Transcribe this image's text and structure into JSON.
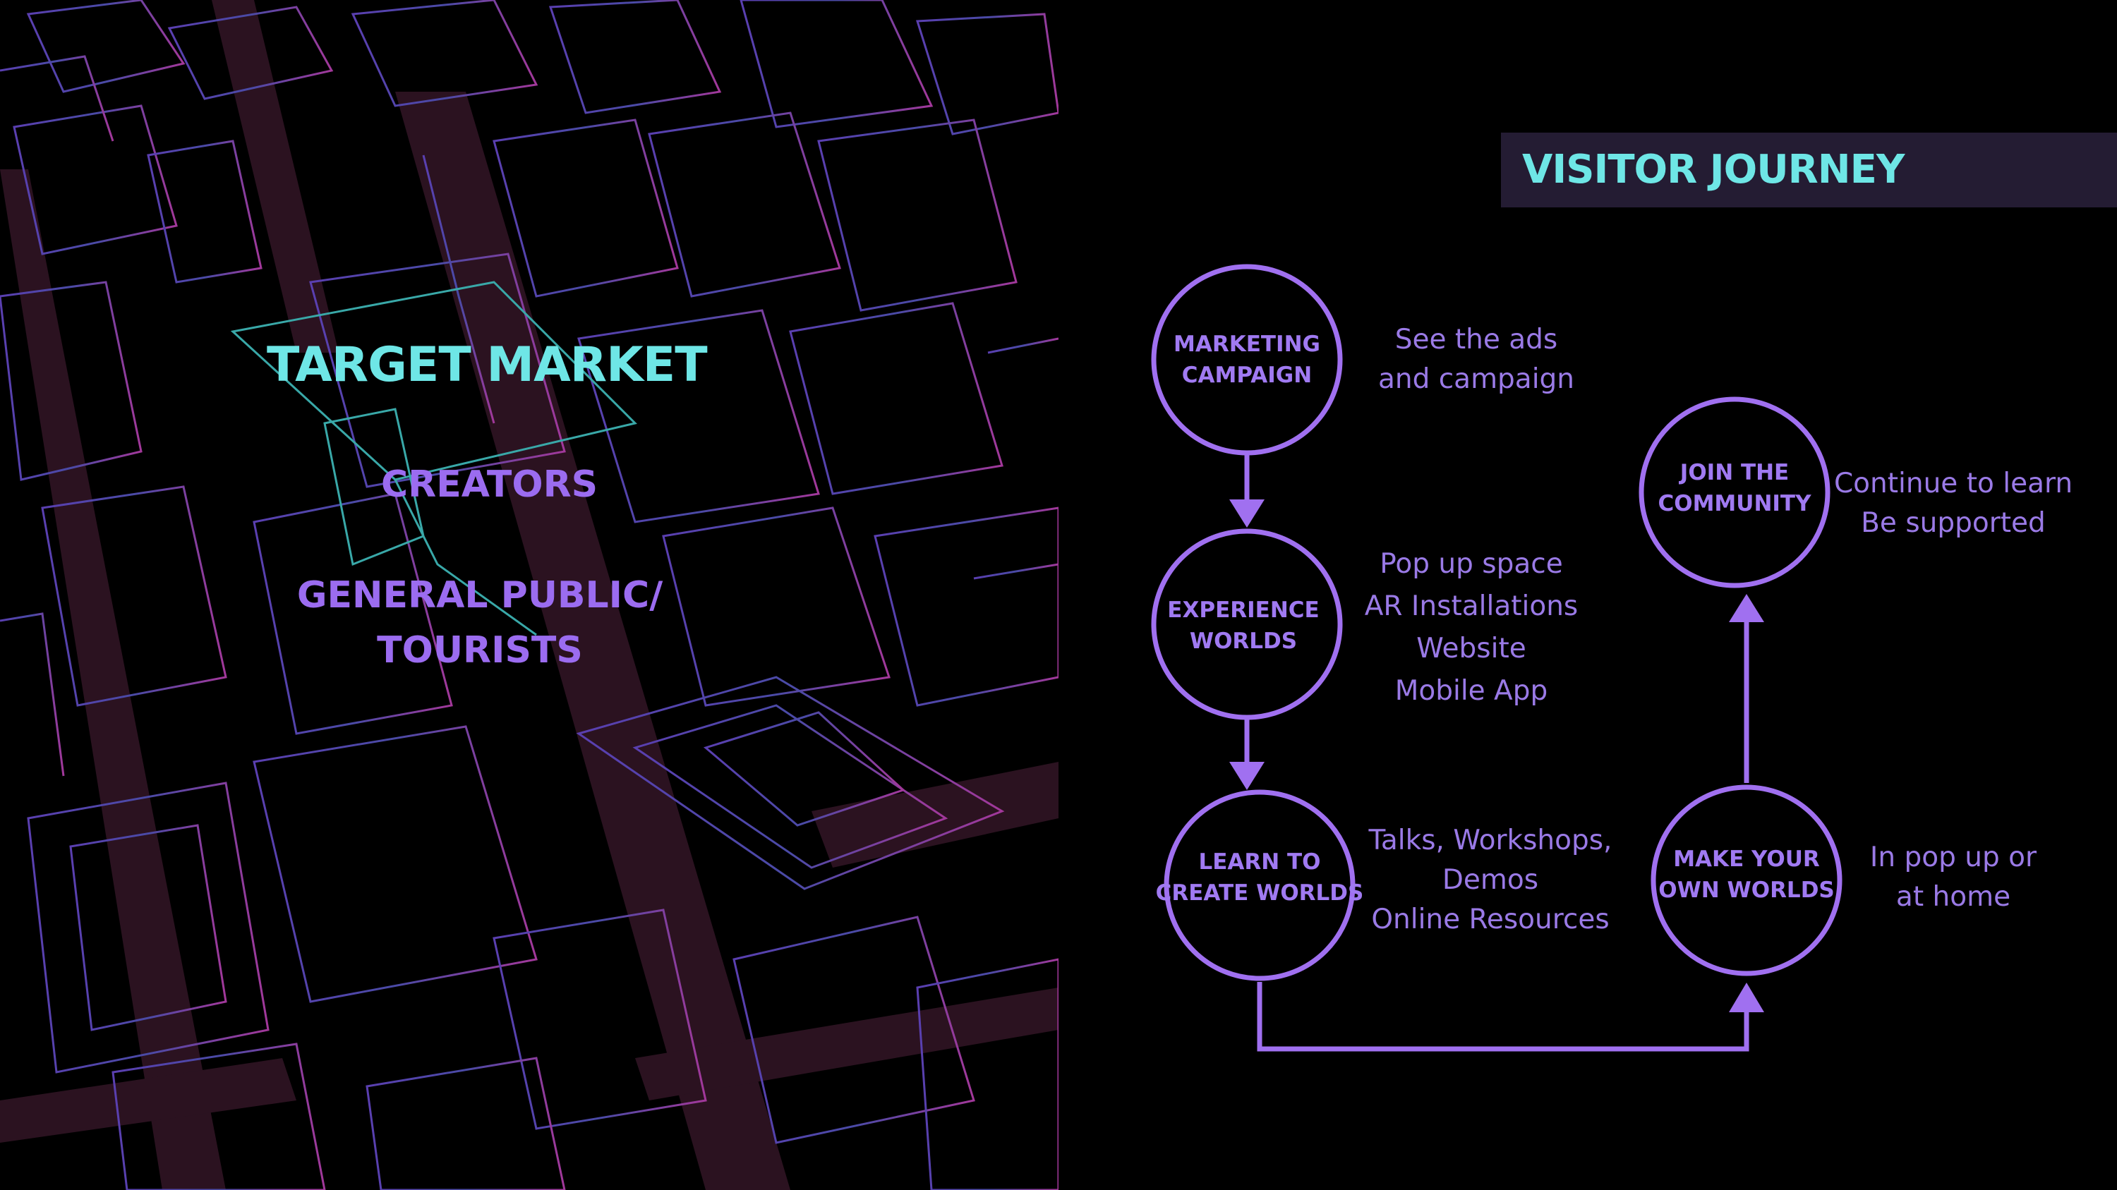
{
  "target_market": {
    "title": "TARGET MARKET",
    "item1": "CREATORS",
    "item2_line1": "GENERAL PUBLIC/",
    "item2_line2": "TOURISTS"
  },
  "visitor_journey": {
    "title": "VISITOR JOURNEY",
    "steps": [
      {
        "line1": "MARKETING",
        "line2": "CAMPAIGN",
        "desc": [
          "See the ads",
          "and campaign"
        ]
      },
      {
        "line1": "EXPERIENCE",
        "line2": "WORLDS",
        "desc": [
          "Pop up space",
          "AR Installations",
          "Website",
          "Mobile App"
        ]
      },
      {
        "line1": "LEARN TO",
        "line2": "CREATE WORLDS",
        "desc": [
          "Talks, Workshops,",
          "Demos",
          "Online Resources"
        ]
      },
      {
        "line1": "MAKE YOUR",
        "line2": "OWN WORLDS",
        "desc": [
          "In pop up or",
          "at home"
        ]
      },
      {
        "line1": "JOIN THE",
        "line2": "COMMUNITY",
        "desc": [
          "Continue to learn",
          "Be supported"
        ]
      }
    ]
  },
  "colors": {
    "accent_cyan": "#6ee6e6",
    "accent_purple": "#a070f0",
    "bar_bg": "#241c33"
  }
}
